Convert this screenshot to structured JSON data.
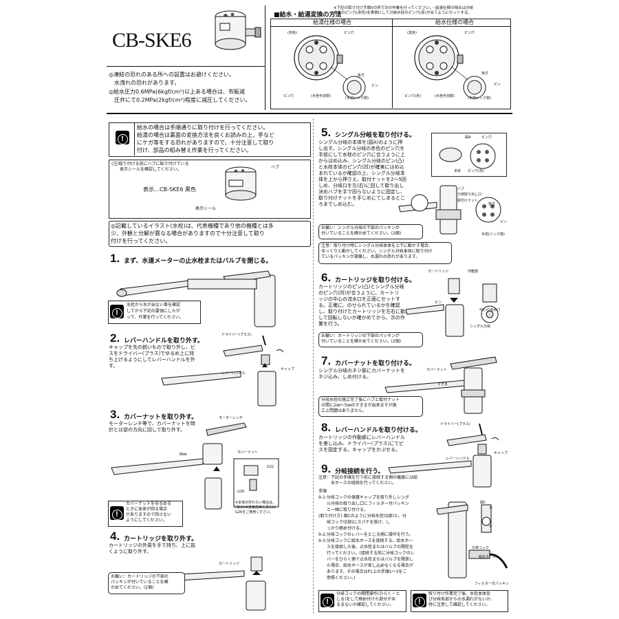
{
  "header": {
    "model": "CB-SKE6",
    "warnings": [
      "◎凍結の恐れのある所への設置はお避けください。",
      "　水洩れの恐れがあります。",
      "◎給水圧力0.6MPa(6kgf/cm²)以上ある場合は、市販減",
      "　圧弁にて0.2MPa(2kgf/cm²)程度に減圧してください。"
    ]
  },
  "conversion": {
    "title": "■給水・給湯変換の方法",
    "top_note_1": "※下記の取り付け手順5の所で次の作業を行ってください。・給湯仕様の場合は分岐",
    "top_note_2": "本体のピン穴(赤色)を黒側にして分岐水栓のピン穴(赤)が合うようにセットする。",
    "hot": {
      "label": "給湯仕様の場合",
      "l_pin_hole": "ピン穴",
      "l_red": "(赤色)",
      "l_rear": "後方",
      "l_pin": "ピン",
      "l_pin_hole2": "ピン穴",
      "l_hand": "(手前シンク側)",
      "l_faucet": "(水栓手前側)"
    },
    "cold": {
      "label": "給水仕様の場合",
      "l_pin_hole": "ピン穴",
      "l_black": "(黒色)",
      "l_rear": "後方",
      "l_pin": "ピン",
      "l_pin_hole2": "ピン穴(赤)",
      "l_hand": "(手前シンク側)",
      "l_faucet": "(水栓手前側)"
    }
  },
  "notice": {
    "text": [
      "給水の場合は手順通りに取り付けを行ってください。",
      "給湯の場合は裏面の変換方法を良くお読みの上、手など",
      "にケガ等をする恐れがありますので、十分注意して取り",
      "付け、部品の組み替え作業を行ってください。"
    ]
  },
  "label_box": {
    "line1": "(注)取り付ける前にハブに貼り付けている",
    "line2": "　　表示シールを確認してください。",
    "hub": "ハブ",
    "display": "表示…CB-SKE6 黒色",
    "sticker": "表示シール"
  },
  "illustration_note": [
    "◎記載しているイラスト(水栓)は、代表機種であり他の機種とは多",
    "少、外観と分解が異なる場合がありますので十分注意して取り",
    "付けを行ってください。"
  ],
  "steps": {
    "s1": {
      "num": "1.",
      "title": "まず、水道メーターの止水栓またはバルブを閉じる。",
      "warn": [
        "水栓から水が出ない事を確認",
        "してから下記の要領にしたが",
        "って、作業を行ってください。"
      ]
    },
    "s2": {
      "num": "2.",
      "title": "レバーハンドルを取り外す。",
      "text": [
        "キャップを先の鋭いもので取り外し、ビ",
        "スをドライバー(プラス)でゆるめ上に持",
        "ち上げるようにしてレバーハンドルを外",
        "す。"
      ],
      "l_driver": "ドライバー(プラス)",
      "l_lever": "レバーハンドル",
      "l_cap": "キャップ"
    },
    "s3": {
      "num": "3.",
      "title": "カバーナットを取り外す。",
      "text": [
        "モーターレンチ等で、カバーナットを時",
        "計とは逆の方向に回して取り外す。"
      ],
      "l_wrench": "モーターレンチ",
      "l_nut": "カバーナット",
      "l_size": "38㎜",
      "l_g22": "G22",
      "l_g26": "G26",
      "l_tool": [
        "※本体が外れない場合は、",
        "(株)KVK専用専用工具G22・",
        "G26をご使用ください。"
      ],
      "warn": [
        "カバーナットをゆるめる",
        "ときに本体が回る場合",
        "がありますので回さない",
        "ようにしてください。"
      ]
    },
    "s4": {
      "num": "4.",
      "title": "カートリッジを取り外す。",
      "text": [
        "カートリッジの外周を手で持ち、上に抜",
        "くように取り外す。"
      ],
      "l_cart": "カートリッジ",
      "note": [
        "お願い：カートリッジの下部の",
        "パッキンが付いていることを確",
        "かめてください。(2個)"
      ]
    },
    "s5": {
      "num": "5.",
      "title": "シングル分岐を取り付ける。",
      "text": [
        "シングル分岐の本体を(図A)のように押",
        "し出す。シングル分岐の赤色のピン穴を",
        "手前にして水栓のピン穴に合うように上",
        "からはめ込み、シングル分岐のピン(凸)",
        "と水栓本体のピン穴(凹)が確実にはめ込",
        "まれているか確認の上、シングル分岐本",
        "体を上から押さえ、取付ナットを2～5回",
        "しめ、分岐口を左(右)に回して取り出し",
        "決めハブを手で回らないように固定し、",
        "取り付けナットを手じめにてしまるとこ",
        "ろまでしめ込む。"
      ],
      "l_a": "図A",
      "l_pin": "ピン穴",
      "l_body": "本体",
      "l_pin_red": "ピン穴(赤)",
      "l_hub": "ハブ",
      "l_outlet": "分岐取り出し口",
      "l_nut": "取付けナット",
      "l_rear": "後方",
      "l_pin2": "ピン",
      "l_hand": "手前(シンク側)",
      "note": [
        "お願い：シングル分岐の下部のパッキンが",
        "付いていることを確かめてください。(2個)"
      ],
      "caution": [
        "注意：取り付け時にシングル分岐本体を上下に動かす場合、",
        "ゆっくりと動かしてください。シングル分岐本体に取り付け",
        "ているパッキンが損傷し、水漏れの恐れがあります。"
      ]
    },
    "s6": {
      "num": "6.",
      "title": "カートリッジを取り付ける。",
      "text": [
        "カートリッジのピン(凸)とシングル分岐",
        "のピン穴(凹)が合うように、カートリ",
        "ッジの中心の流水口を正面にセットす",
        "る。正確に、のせられているかを確認",
        "し、取り付けたカートリッジを左右に動か",
        "して回転しないか確かめてから、次の作",
        "業を行う。"
      ],
      "l_cart": "カートリッジ",
      "l_op": "作動部",
      "l_pin": "ピン",
      "l_center": "中心の流水口",
      "l_single": "シングル分岐",
      "note": [
        "お願い：カートリッジの下部のパッキンが",
        "付いていることを確かめてください。(2個)"
      ]
    },
    "s7": {
      "num": "7.",
      "title": "カバーナットを取り付ける。",
      "text": [
        "シングル分岐のネジ部にカバーナットを",
        "ネジ込み、しめ付ける。"
      ],
      "l_nut": "カバーナット",
      "l_gap": "すきま",
      "note": [
        "分岐水栓の施工完了後にハブと取付ナット",
        "の間に2㎜～5㎜のすきまが出来ますが施",
        "工上問題はありません。"
      ]
    },
    "s8": {
      "num": "8.",
      "title": "レバーハンドルを取り付ける。",
      "text": [
        "カートリッジの作動部にレバーハンドル",
        "を差し込み、ドライバー(プラス)にてビ",
        "スを固定する。キャップをかぶせる。"
      ],
      "l_driver": "ドライバー(プラス)",
      "l_lever": "レバーハンドル",
      "l_cap": "キャップ"
    },
    "s9": {
      "num": "9.",
      "title": "分岐接続を行う。",
      "intro": [
        "注意：下記の手順を行う前に接続する側の機器には給",
        "　　　水ホースの接続を行ってください。"
      ],
      "text": [
        "手順",
        "9-1:分岐コックの保護キャップを取り外しシング",
        "　　ル分岐の取り出し口にフィルター付パッキン",
        "　　と一緒に取り付ける。",
        "(取り付け方) 図Cのように分岐水栓(D部)と、分",
        "　　岐コック(E部)にスパナを掛け、し",
        "　　っかり締め付ける。",
        "9-2:分岐コックのレバーをとじる側に操作を行う。",
        "9-3:分岐コックに給水ホースを接続する。給水ホー",
        "　　スを接続した後、止水栓またはバルブの開栓を",
        "　　行ってください。(接続する前に分岐コックのレ",
        "　　バーをひらく側で止水栓またはバルブを開放し",
        "　　た場合、給水ホースが差し込めなくなる場合が",
        "　　あります。その場合はP1上の手順1～3をご",
        "　　参照ください。)"
      ],
      "l_c": "図C",
      "l_d": "D",
      "l_e": "E",
      "l_cock": "分岐コック",
      "l_hose": "給水ホース",
      "l_filter": "フィルター付パッキン",
      "warn_a": [
        "分岐コックの開閉操作(ひらく・と",
        "じる)をして締め付けた部分がゆ",
        "るまないか確認してください。"
      ],
      "warn_b": [
        "取り付け作業完了後、水栓本体及",
        "び分岐各部からの水漏れがないか、",
        "特に注意して確認してください。"
      ]
    }
  }
}
